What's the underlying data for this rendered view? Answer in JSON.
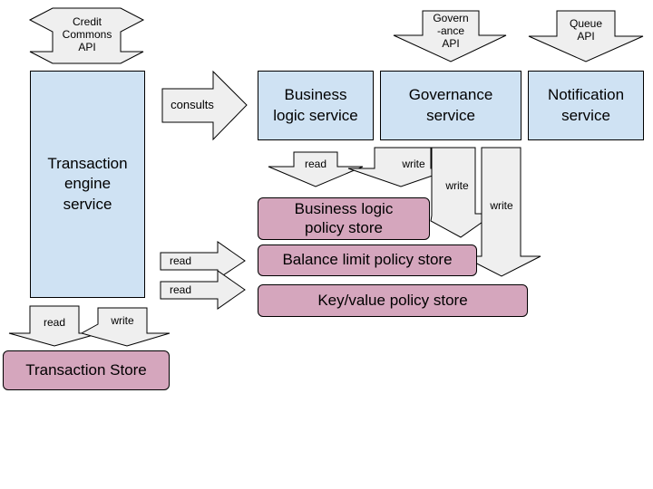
{
  "colors": {
    "service_fill": "#cfe2f3",
    "store_fill": "#d5a6bd",
    "arrow_fill": "#efefef",
    "stroke": "#000000"
  },
  "apis": {
    "credit_commons": "Credit\nCommons\nAPI",
    "governance": "Govern\n-ance\nAPI",
    "queue": "Queue\nAPI"
  },
  "services": {
    "transaction_engine": "Transaction\nengine\nservice",
    "business_logic": "Business\nlogic service",
    "governance": "Governance\nservice",
    "notification": "Notification\nservice"
  },
  "stores": {
    "business_logic_policy": "Business logic\npolicy store",
    "balance_limit_policy": "Balance limit policy store",
    "key_value_policy": "Key/value policy store",
    "transaction": "Transaction Store"
  },
  "arrow_labels": {
    "consults": "consults",
    "read_business_logic": "read",
    "write_governance_1": "write",
    "write_governance_2": "write",
    "write_notification": "write",
    "read_balance_limit": "read",
    "read_key_value": "read",
    "read_transaction": "read",
    "write_transaction": "write"
  }
}
